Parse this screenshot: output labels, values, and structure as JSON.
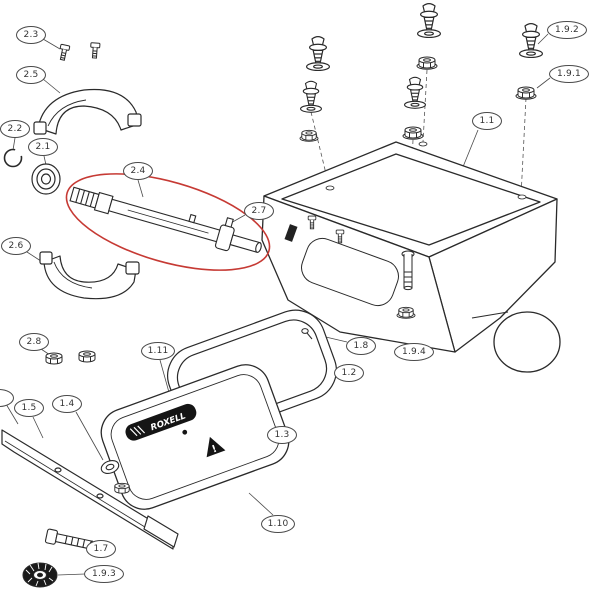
{
  "callouts": [
    {
      "label": "2.3"
    },
    {
      "label": "2.5"
    },
    {
      "label": "2.2"
    },
    {
      "label": "2.1"
    },
    {
      "label": "2.4"
    },
    {
      "label": "2.7"
    },
    {
      "label": "2.6"
    },
    {
      "label": "2.8"
    },
    {
      "label": "1.11"
    },
    {
      "label": "1.8"
    },
    {
      "label": "1.2"
    },
    {
      "label": "1.9.4"
    },
    {
      "label": "1.1"
    },
    {
      "label": "1.9.2"
    },
    {
      "label": "1.9.1"
    },
    {
      "label": "1.5"
    },
    {
      "label": "1.4"
    },
    {
      "label": "1.3"
    },
    {
      "label": "1.10"
    },
    {
      "label": "1.7"
    },
    {
      "label": "1.9.3"
    }
  ],
  "plate": {
    "logo_text": "ROXELL",
    "warning_icon": "!"
  },
  "highlight": {
    "color": "#c63a34",
    "part_ref": "2.4"
  }
}
